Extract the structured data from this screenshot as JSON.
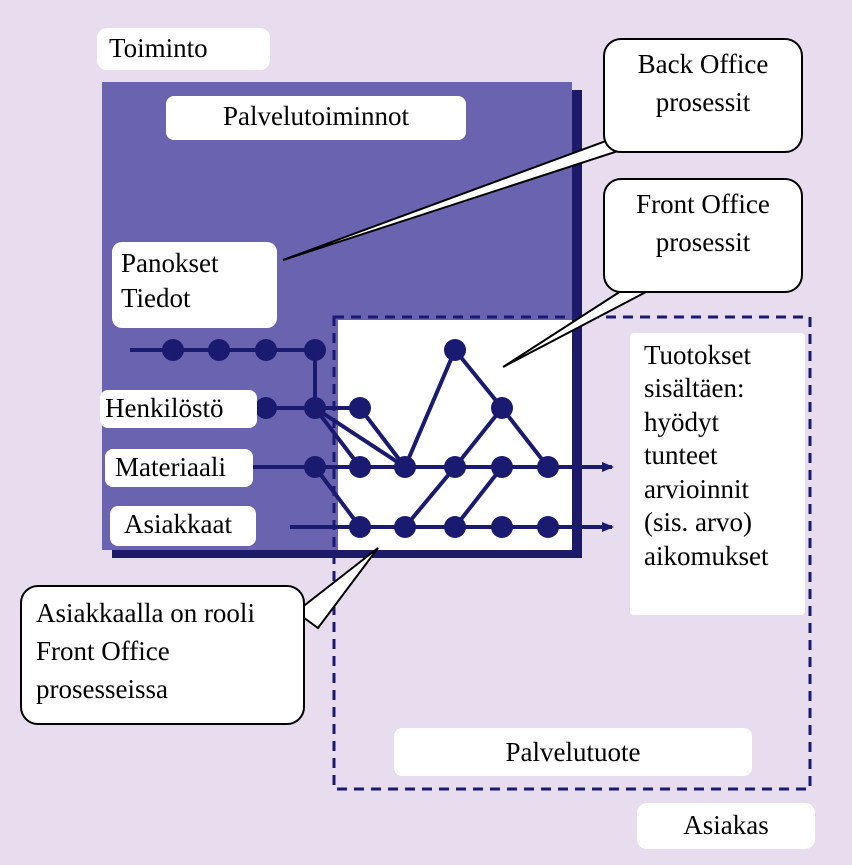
{
  "labels": {
    "toiminto": "Toiminto",
    "palvelutoiminnot": "Palvelutoiminnot",
    "panokset": [
      "Panokset",
      "Tiedot"
    ],
    "henkilosto": "Henkilöstö",
    "materiaali": "Materiaali",
    "asiakkaat": "Asiakkaat",
    "tuotokset": [
      "Tuotokset",
      "sisältäen:",
      "hyödyt",
      "tunteet",
      "arvioinnit",
      "(sis. arvo)",
      "aikomukset"
    ],
    "palvelutuote": "Palvelutuote",
    "asiakas": "Asiakas"
  },
  "callouts": {
    "back_office": [
      "Back Office",
      "prosessit"
    ],
    "front_office": [
      "Front Office",
      "prosessit"
    ],
    "asiakkaalla": [
      "Asiakkaalla on rooli",
      "Front Office",
      "prosesseissa"
    ]
  },
  "colors": {
    "background": "#e8dcef",
    "back_office_area": "#6a64b0",
    "process_navy": "#1a1a70",
    "front_office_area": "#ffffff"
  }
}
